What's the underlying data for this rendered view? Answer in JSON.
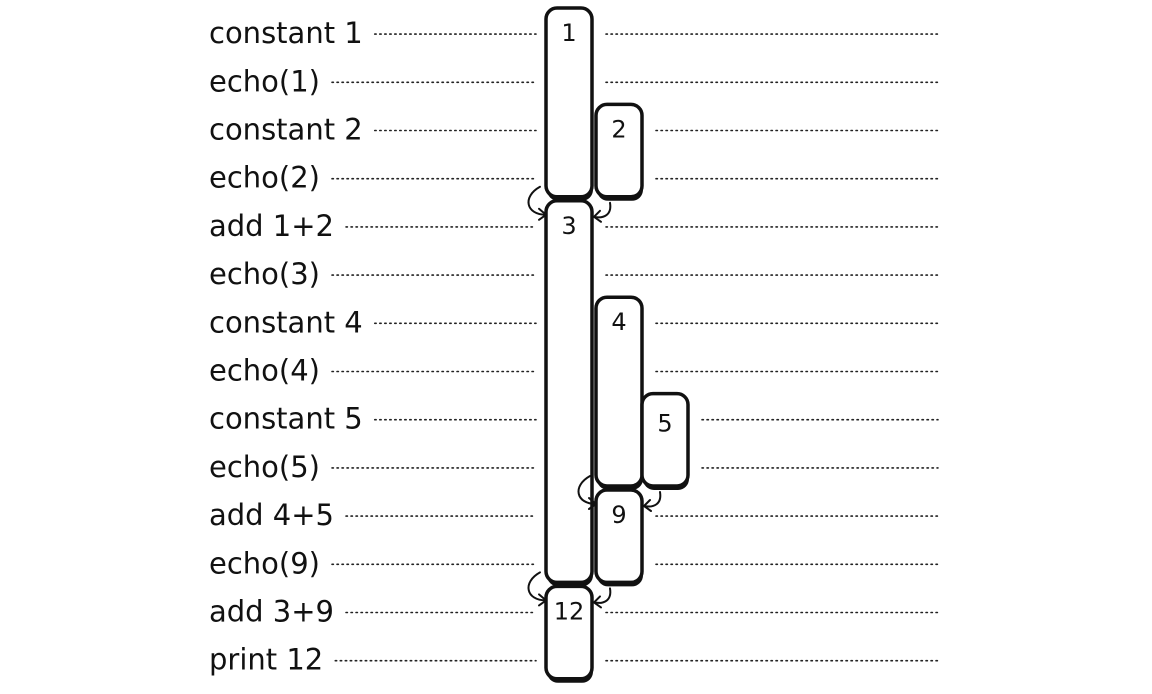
{
  "instructions": [
    {
      "label": "constant 1"
    },
    {
      "label": "echo(1)"
    },
    {
      "label": "constant 2"
    },
    {
      "label": "echo(2)"
    },
    {
      "label": "add 1+2"
    },
    {
      "label": "echo(3)"
    },
    {
      "label": "constant 4"
    },
    {
      "label": "echo(4)"
    },
    {
      "label": "constant 5"
    },
    {
      "label": "echo(5)"
    },
    {
      "label": "add 4+5"
    },
    {
      "label": "echo(9)"
    },
    {
      "label": "add 3+9"
    },
    {
      "label": "print 12"
    }
  ],
  "stack_slots": [
    {
      "value": "1",
      "depth": 0,
      "start_step": 0,
      "end_step": 3
    },
    {
      "value": "2",
      "depth": 1,
      "start_step": 2,
      "end_step": 3
    },
    {
      "value": "3",
      "depth": 0,
      "start_step": 4,
      "end_step": 11
    },
    {
      "value": "4",
      "depth": 1,
      "start_step": 6,
      "end_step": 9
    },
    {
      "value": "5",
      "depth": 2,
      "start_step": 8,
      "end_step": 9
    },
    {
      "value": "9",
      "depth": 1,
      "start_step": 10,
      "end_step": 11
    },
    {
      "value": "12",
      "depth": 0,
      "start_step": 12,
      "end_step": 13
    }
  ],
  "pops": [
    {
      "step": 4,
      "depth": 0
    },
    {
      "step": 10,
      "depth": 1
    },
    {
      "step": 12,
      "depth": 0
    }
  ],
  "colors": {
    "ink": "#111111",
    "background": "#ffffff"
  }
}
